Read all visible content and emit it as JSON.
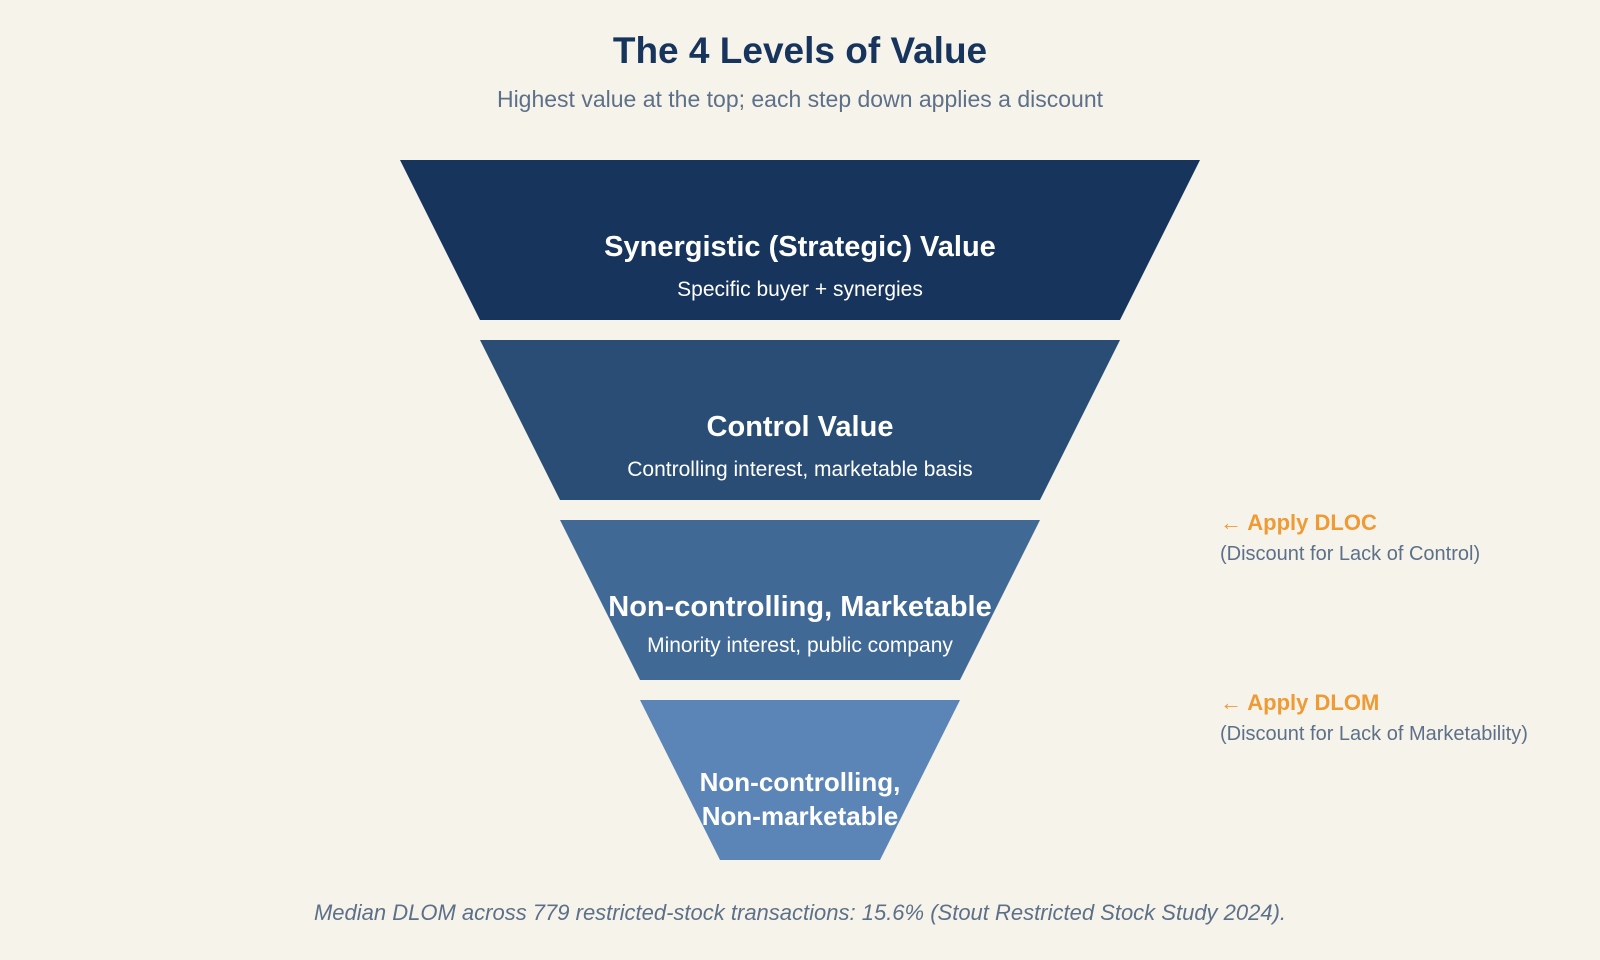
{
  "header": {
    "title": "The 4 Levels of Value",
    "subtitle": "Highest value at the top; each step down applies a discount"
  },
  "levels": [
    {
      "title": "Synergistic (Strategic) Value",
      "subtitle": "Specific buyer + synergies",
      "color": "#17355c"
    },
    {
      "title": "Control Value",
      "subtitle": "Controlling interest, marketable basis",
      "color": "#2a4d76"
    },
    {
      "title": "Non-controlling, Marketable",
      "subtitle": "Minority interest, public company",
      "color": "#416995"
    },
    {
      "title_lines": [
        "Non-controlling,",
        "Non-marketable"
      ],
      "color": "#5b85b6"
    }
  ],
  "discounts": [
    {
      "label": "← Apply DLOC",
      "description": "(Discount for Lack of Control)",
      "color": "#ef9a34"
    },
    {
      "label": "← Apply DLOM",
      "description": "(Discount for Lack of Marketability)",
      "color": "#ef9a34"
    }
  ],
  "footnote": "Median DLOM across 779 restricted-stock transactions: 15.6% (Stout Restricted Stock Study 2024)."
}
